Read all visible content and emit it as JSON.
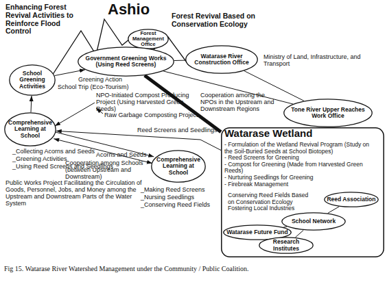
{
  "diagram": {
    "caption": "Fig 15. Watarase River Watershed Management under the Community / Public Coalition.",
    "nodes": [
      {
        "text": [
          "Forest Management Office"
        ]
      },
      {
        "text": [
          "Government Greening Works (Using Reed Screens)"
        ]
      },
      {
        "text": [
          "Watarase River Construction Office"
        ]
      },
      {
        "text": [
          "School Greening Activities"
        ]
      },
      {
        "text": [
          "Tone River Upper Reaches Work Office"
        ]
      },
      {
        "text": [
          "Comprehensive Learning at School"
        ]
      },
      {
        "text": [
          "Comprehensive Learning at School"
        ]
      },
      {
        "text": [
          "Watarase Wetland",
          "- Formulation of the Wetland Revival Program (Study on the Soil-Buried Seeds at School Biotopes)",
          "- Reed Screens for Greening",
          "- Compost for Greening (Made from Harvested Green Reeds)",
          "- Nurturing Seedlings for Greening",
          "- Firebreak Management",
          "Conserving Reed Fields Based on Conservation Ecology Fostering Local Industries"
        ]
      },
      {
        "text": [
          "Reed Association"
        ],
        "in": 7
      },
      {
        "text": [
          "School Network"
        ],
        "in": 7
      },
      {
        "text": [
          "Watarase Future Fund"
        ],
        "in": 7
      },
      {
        "text": [
          "Research Institutes"
        ],
        "in": 7
      }
    ],
    "edges": [
      {
        "from": 0,
        "to": 1,
        "arrow": "none"
      },
      {
        "from": 1,
        "to": 2,
        "arrow": "none"
      },
      {
        "from": 2,
        "to": 4,
        "arrow": "none"
      },
      {
        "from": 1,
        "to": 4,
        "arrow": "none"
      },
      {
        "from": 3,
        "to": 1,
        "arrow": "to"
      },
      {
        "from": 1,
        "to": 7,
        "arrow": "none"
      },
      {
        "from": 5,
        "to": 3,
        "arrow": "to"
      },
      {
        "from": 7,
        "to": 5,
        "arrow": "to"
      },
      {
        "from": 5,
        "to": 6,
        "arrow": "to"
      },
      {
        "from": 5,
        "to": 6,
        "arrow": "both"
      },
      {
        "from": 9,
        "to": 8,
        "arrow": "none"
      },
      {
        "from": 9,
        "to": 10,
        "arrow": "none"
      },
      {
        "from": 9,
        "to": 11,
        "arrow": "none"
      }
    ],
    "labels": [
      "Enhancing Forest Revival Activities to Reinforce Flood Control",
      "Ashio",
      "Forest Revival Based on Conservation Ecology",
      "Ministry of Land, Infrastructure, and Transport",
      "Greening Action",
      "School Trip (Eco-Tourism)",
      "NPO-Initiated Compost Producing Project (Using Harvested Green Reeds)",
      "Raw Garbage Composting Project",
      "Cooperation among the NPOs in the Upstream and Downstream Regions",
      "Reed Screens and Seedlings",
      "Acorns and Seeds",
      "Cooperation among Schools (between Upstream and Downstream)",
      "_Collecting Acorns and Seeds",
      "_Greening Activities",
      "_Using Reed Screens and Seedlings",
      "Public Works Project Facilitating the Circulation of Goods, Personnel, Jobs, and Money among the Upstream and Downstream Parts of the Water System",
      "_Making Reed Screens",
      "_Nursing Seedlings",
      "_Conserving Reed Fields"
    ]
  }
}
